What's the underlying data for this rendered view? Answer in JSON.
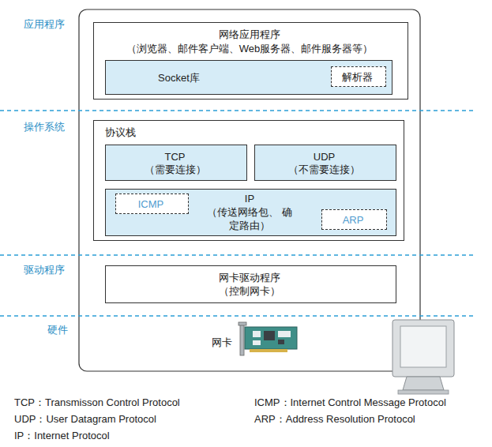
{
  "diagram": {
    "nodes": [
      {
        "text": [
          "网络应用程序",
          "（浏览器、邮件客户端、Web服务器、邮件服务器等）"
        ]
      },
      {
        "text": [
          "Socket库"
        ],
        "in": 0
      },
      {
        "text": [
          "解析器"
        ],
        "in": 1
      },
      {
        "text": [
          "协议栈"
        ]
      },
      {
        "text": [
          "TCP",
          "（需要连接）"
        ],
        "in": 3
      },
      {
        "text": [
          "UDP",
          "（不需要连接）"
        ],
        "in": 3
      },
      {
        "text": [
          "IP",
          "（传送网络包、 确定路由）"
        ],
        "in": 3
      },
      {
        "text": [
          "ICMP"
        ],
        "in": 6
      },
      {
        "text": [
          "ARP"
        ],
        "in": 6
      },
      {
        "text": [
          "网卡驱动程序",
          "（控制网卡）"
        ]
      }
    ],
    "labels": [
      "应用程序",
      "操作系统",
      "驱动程序",
      "硬件",
      "网卡",
      "TCP：Transmisson Control Protocol",
      "UDP：User Datagram Protocol",
      "IP：Internet Protocol",
      "ICMP：Internet Control Message Protocol",
      "ARP：Address Resolution Protocol"
    ]
  }
}
